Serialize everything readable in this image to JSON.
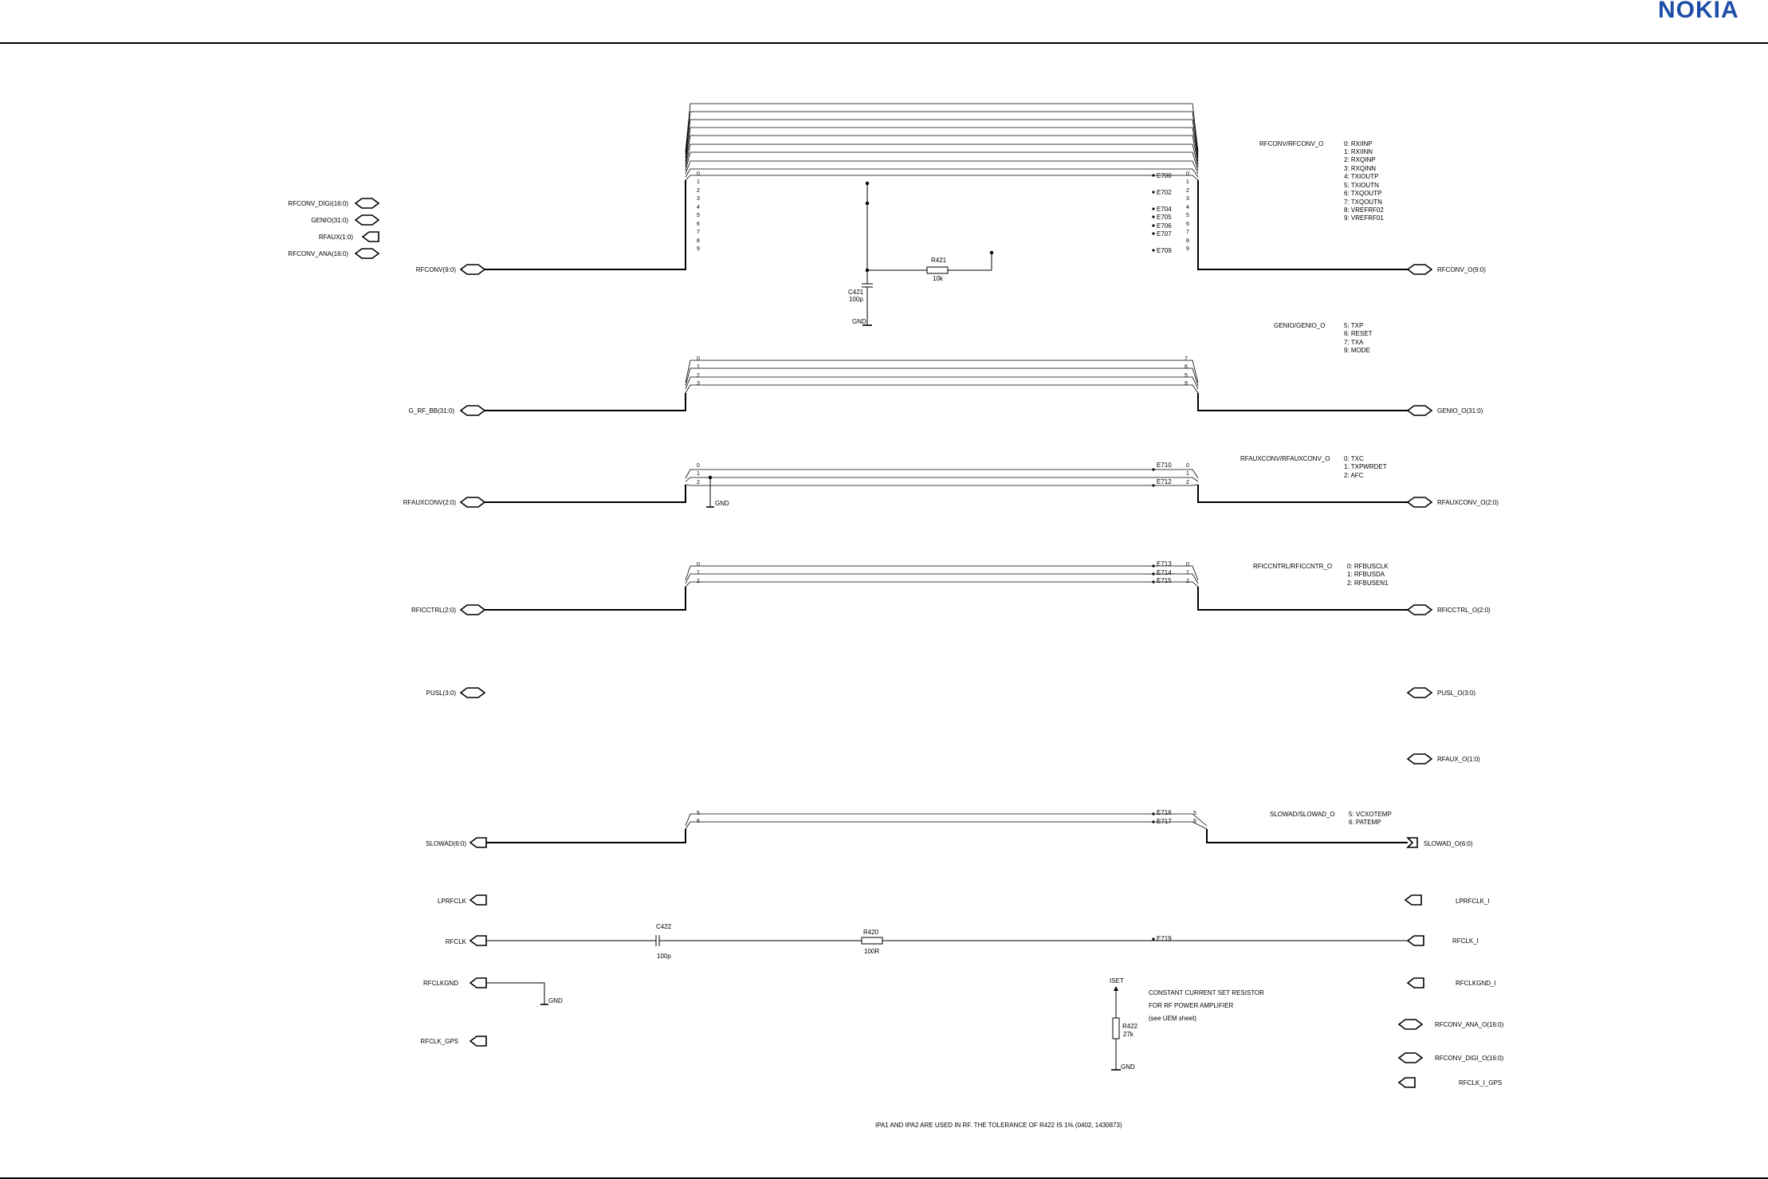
{
  "brand": {
    "logo_text": "NOKIA",
    "logo_color": "#1d4ea8"
  },
  "signals": {
    "left": {
      "rfconv_digi": "RFCONV_DIGI(16:0)",
      "genio": "GENIO(31:0)",
      "rfaux": "RFAUX(1:0)",
      "rfconv_ana": "RFCONV_ANA(16:0)",
      "rfconv": "RFCONV(9:0)",
      "g_rf_bb": "G_RF_BB(31:0)",
      "rfauxconv": "RFAUXCONV(2:0)",
      "rficctrl": "RFICCTRL(2:0)",
      "pusl": "PUSL(3:0)",
      "slowad": "SLOWAD(6:0)",
      "lprfclk": "LPRFCLK",
      "rfclk": "RFCLK",
      "rfclkgnd": "RFCLKGND",
      "rfclk_gps": "RFCLK_GPS"
    },
    "right": {
      "rfconv_o": "RFCONV_O(9:0)",
      "genio_o": "GENIO_O(31:0)",
      "rfauxconv_o": "RFAUXCONV_O(2:0)",
      "rficctrl_o": "RFICCTRL_O(2:0)",
      "pusl_o": "PUSL_O(3:0)",
      "rfaux_o": "RFAUX_O(1:0)",
      "slowad_o": "SLOWAD_O(6:0)",
      "lprfclk_i": "LPRFCLK_I",
      "rfclk_i": "RFCLK_I",
      "rfclkgnd_i": "RFCLKGND_I",
      "rfconv_ana_o": "RFCONV_ANA_O(16:0)",
      "rfconv_digi_o": "RFCONV_DIGI_O(16:0)",
      "rfclk_i_gps": "RFCLK_I_GPS"
    }
  },
  "bus_maps": {
    "rfconv": {
      "title": "RFCONV/RFCONV_O",
      "items": [
        "0: RXIINP",
        "1: RXIINN",
        "2: RXQINP",
        "3: RXQINN",
        "4: TXIOUTP",
        "5: TXIOUTN",
        "6: TXQOUTP",
        "7: TXQOUTN",
        "8: VREFRF02",
        "9: VREFRF01"
      ]
    },
    "genio": {
      "title": "GENIO/GENIO_O",
      "items": [
        "5: TXP",
        "6: RESET",
        "7: TXA",
        "9: MODE"
      ]
    },
    "rfauxconv": {
      "title": "RFAUXCONV/RFAUXCONV_O",
      "items": [
        "0: TXC",
        "1: TXPWRDET",
        "2: AFC"
      ]
    },
    "rficcntrl": {
      "title": "RFICCNTRL/RFICCNTR_O",
      "items": [
        "0: RFBUSCLK",
        "1: RFBUSDA",
        "2: RFBUSEN1"
      ]
    },
    "slowad": {
      "title": "SLOWAD/SLOWAD_O",
      "items": [
        "5: VCXOTEMP",
        "6: PATEMP"
      ]
    }
  },
  "buses": {
    "rfconv": {
      "left_idx": [
        "0",
        "1",
        "2",
        "3",
        "4",
        "5",
        "6",
        "7",
        "8",
        "9"
      ],
      "right_idx": [
        "0",
        "1",
        "2",
        "3",
        "4",
        "5",
        "6",
        "7",
        "8",
        "9"
      ],
      "test_points": [
        "E700",
        "E702",
        "E704",
        "E705",
        "E706",
        "E707",
        "E709"
      ]
    },
    "genio": {
      "left_idx": [
        "0",
        "1",
        "2",
        "3"
      ],
      "right_idx": [
        "7",
        "6",
        "5",
        "9"
      ]
    },
    "rfauxconv": {
      "left_idx": [
        "0",
        "1",
        "2"
      ],
      "right_idx": [
        "0",
        "1",
        "2"
      ],
      "test_points": [
        "E710",
        "E712"
      ]
    },
    "rficctrl": {
      "left_idx": [
        "0",
        "1",
        "2"
      ],
      "right_idx": [
        "0",
        "1",
        "2"
      ],
      "test_points": [
        "E713",
        "E714",
        "E715"
      ]
    },
    "slowad": {
      "left_idx": [
        "5",
        "6"
      ],
      "right_idx": [
        "5",
        "6"
      ],
      "test_points": [
        "E716",
        "E717"
      ]
    }
  },
  "components": {
    "c421": {
      "ref": "C421",
      "value": "100p"
    },
    "r421": {
      "ref": "R421",
      "value": "10k"
    },
    "c422": {
      "ref": "C422",
      "value": "100p"
    },
    "r420": {
      "ref": "R420",
      "value": "100R"
    },
    "r422": {
      "ref": "R422",
      "value": "27k"
    },
    "e719": "E719",
    "iset": "ISET",
    "gnd": "GND"
  },
  "notes": {
    "current_resistor": [
      "CONSTANT CURRENT SET RESISTOR",
      "FOR RF POWER AMPLIFIER",
      "(see UEM sheet)"
    ],
    "footer": "IPA1 AND IPA2 ARE USED IN RF. THE TOLERANCE OF R422 IS 1% (0402, 1430873)"
  }
}
